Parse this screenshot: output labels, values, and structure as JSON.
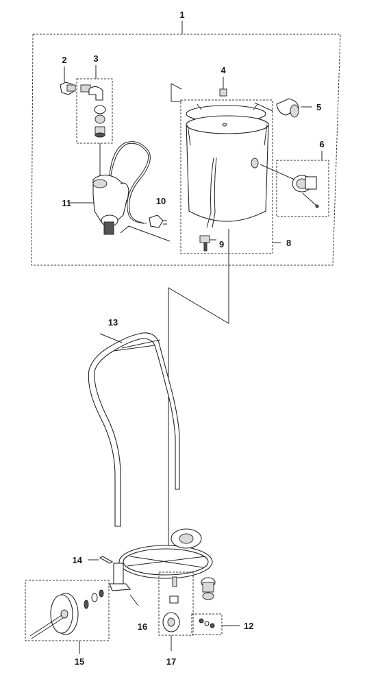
{
  "callouts": {
    "c1": "1",
    "c2": "2",
    "c3": "3",
    "c4": "4",
    "c5": "5",
    "c6": "6",
    "c8": "8",
    "c9": "9",
    "c10": "10",
    "c11": "11",
    "c12": "12",
    "c13": "13",
    "c14": "14",
    "c15": "15",
    "c16": "16",
    "c17": "17"
  }
}
